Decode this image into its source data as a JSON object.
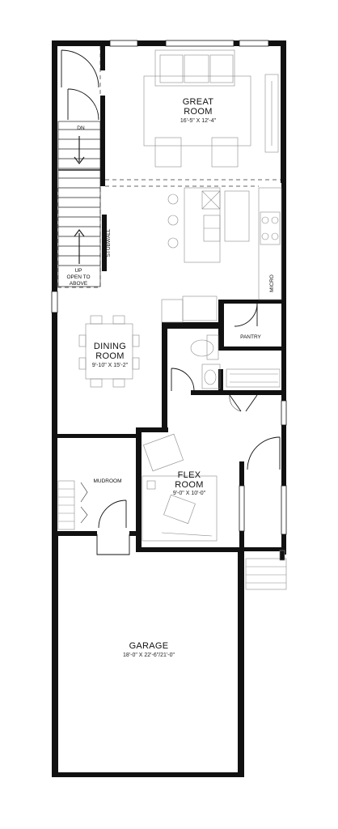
{
  "rooms": {
    "great_room": {
      "name_line1": "GREAT",
      "name_line2": "ROOM",
      "dims": "16'-5\" X 12'-4\""
    },
    "dining_room": {
      "name_line1": "DINING",
      "name_line2": "ROOM",
      "dims": "9'-10\" X 15'-2\""
    },
    "flex_room": {
      "name_line1": "FLEX",
      "name_line2": "ROOM",
      "dims": "9'-0\" X 10'-0\""
    },
    "garage": {
      "name": "GARAGE",
      "dims": "18'-0\" X 22'-6\"/21'-0\""
    },
    "mudroom": {
      "name": "MUDROOM"
    },
    "pantry": {
      "name": "PANTRY"
    }
  },
  "labels": {
    "stair_down": "DN",
    "stair_up": "UP",
    "open_above_line1": "OPEN TO",
    "open_above_line2": "ABOVE",
    "stubwall": "STUBWALL",
    "micro": "MICRO"
  }
}
